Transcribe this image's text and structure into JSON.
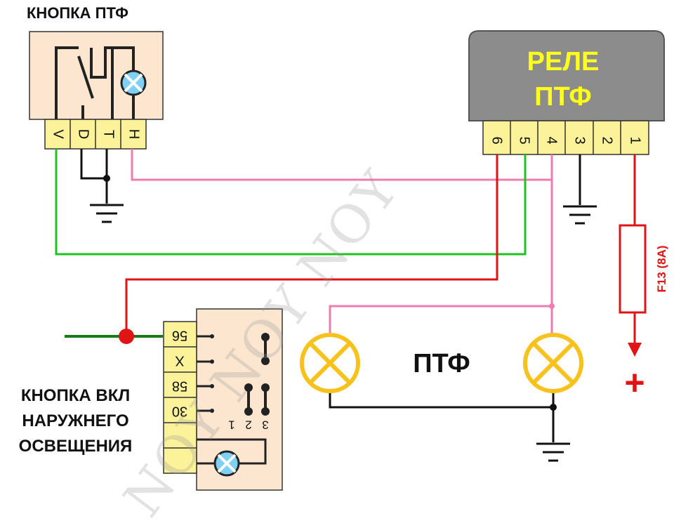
{
  "title_ptf_button": "КНОПКА ПТФ",
  "ptf_button_pins": [
    "V",
    "D",
    "T",
    "H"
  ],
  "relay": {
    "line1": "РЕЛЕ",
    "line2": "ПТФ",
    "pins": [
      "6",
      "5",
      "4",
      "3",
      "2",
      "1"
    ]
  },
  "fuse_label": "F13 (8A)",
  "plus_sign": "+",
  "lamps_label": "ПТФ",
  "light_switch": {
    "pins": [
      "56",
      "X",
      "58",
      "30"
    ],
    "positions": [
      "1",
      "2",
      "3"
    ],
    "title_lines": [
      "КНОПКА ВКЛ",
      "НАРУЖНЕГО",
      "ОСВЕЩЕНИЯ"
    ]
  },
  "watermark": "NOY NOY NOY",
  "colors": {
    "connector_body": "#fce6d0",
    "pin_block": "#fbf29a",
    "relay_body": "#8c8c8c",
    "relay_text": "#ffff1e",
    "wire_green": "#1ec31e",
    "wire_pink": "#f07bb0",
    "wire_red": "#e01414",
    "wire_black": "#111111",
    "lamp_yellow": "#f7c21b",
    "bulb_blue": "#7fd0f5"
  }
}
